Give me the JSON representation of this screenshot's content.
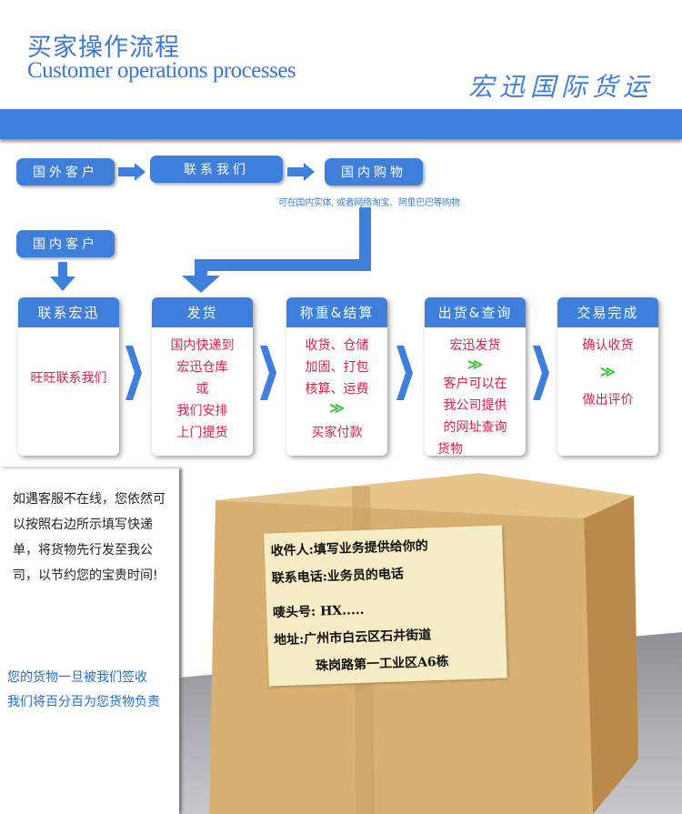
{
  "header": {
    "title_cn": "买家操作流程",
    "title_en": "Customer operations processes",
    "logo": "宏迅国际货运"
  },
  "row1": {
    "foreign_customer": "国外客户",
    "contact_us": "联系我们",
    "domestic_shopping": "国内购物",
    "shopping_note": "可在国内实体, 或者网络淘宝、阿里巴巴等购物"
  },
  "domestic_customer": "国内客户",
  "steps": [
    {
      "title": "联系宏迅",
      "lines": [
        "旺旺联系我们"
      ]
    },
    {
      "title": "发货",
      "lines": [
        "国内快递到",
        "宏迅仓库",
        "或",
        "我们安排",
        "上门提货"
      ]
    },
    {
      "title": "称重&结算",
      "lines": [
        "收货、仓储",
        "加固、打包",
        "核算、运费"
      ],
      "after": "买家付款"
    },
    {
      "title": "出货&查询",
      "lines": [
        "宏迅发货"
      ],
      "after": [
        "客户可以在",
        "我公司提供",
        "的网址查询",
        "货物"
      ]
    },
    {
      "title": "交易完成",
      "lines": [
        "确认收货"
      ],
      "after": "做出评价"
    }
  ],
  "left_note": "如遇客服不在线，您依然可以按照右边所示填写快递单，将货物先行发至我公司，以节约您的宝贵时间!",
  "guarantee": [
    "您的货物一旦被我们签收",
    "我们将百分百为您货物负责"
  ],
  "shipping_label": [
    "收件人:填写业务提供给你的",
    "联系电话:业务员的电话",
    "唛头号: HX.....",
    "地址:广州市白云区石井街道",
    "珠岗路第一工业区A6栋"
  ],
  "colors": {
    "accent": "#3d7fdb",
    "red_text": "#e0204a",
    "green_arrow": "#3ac83a",
    "cardboard": "#d9b072"
  }
}
